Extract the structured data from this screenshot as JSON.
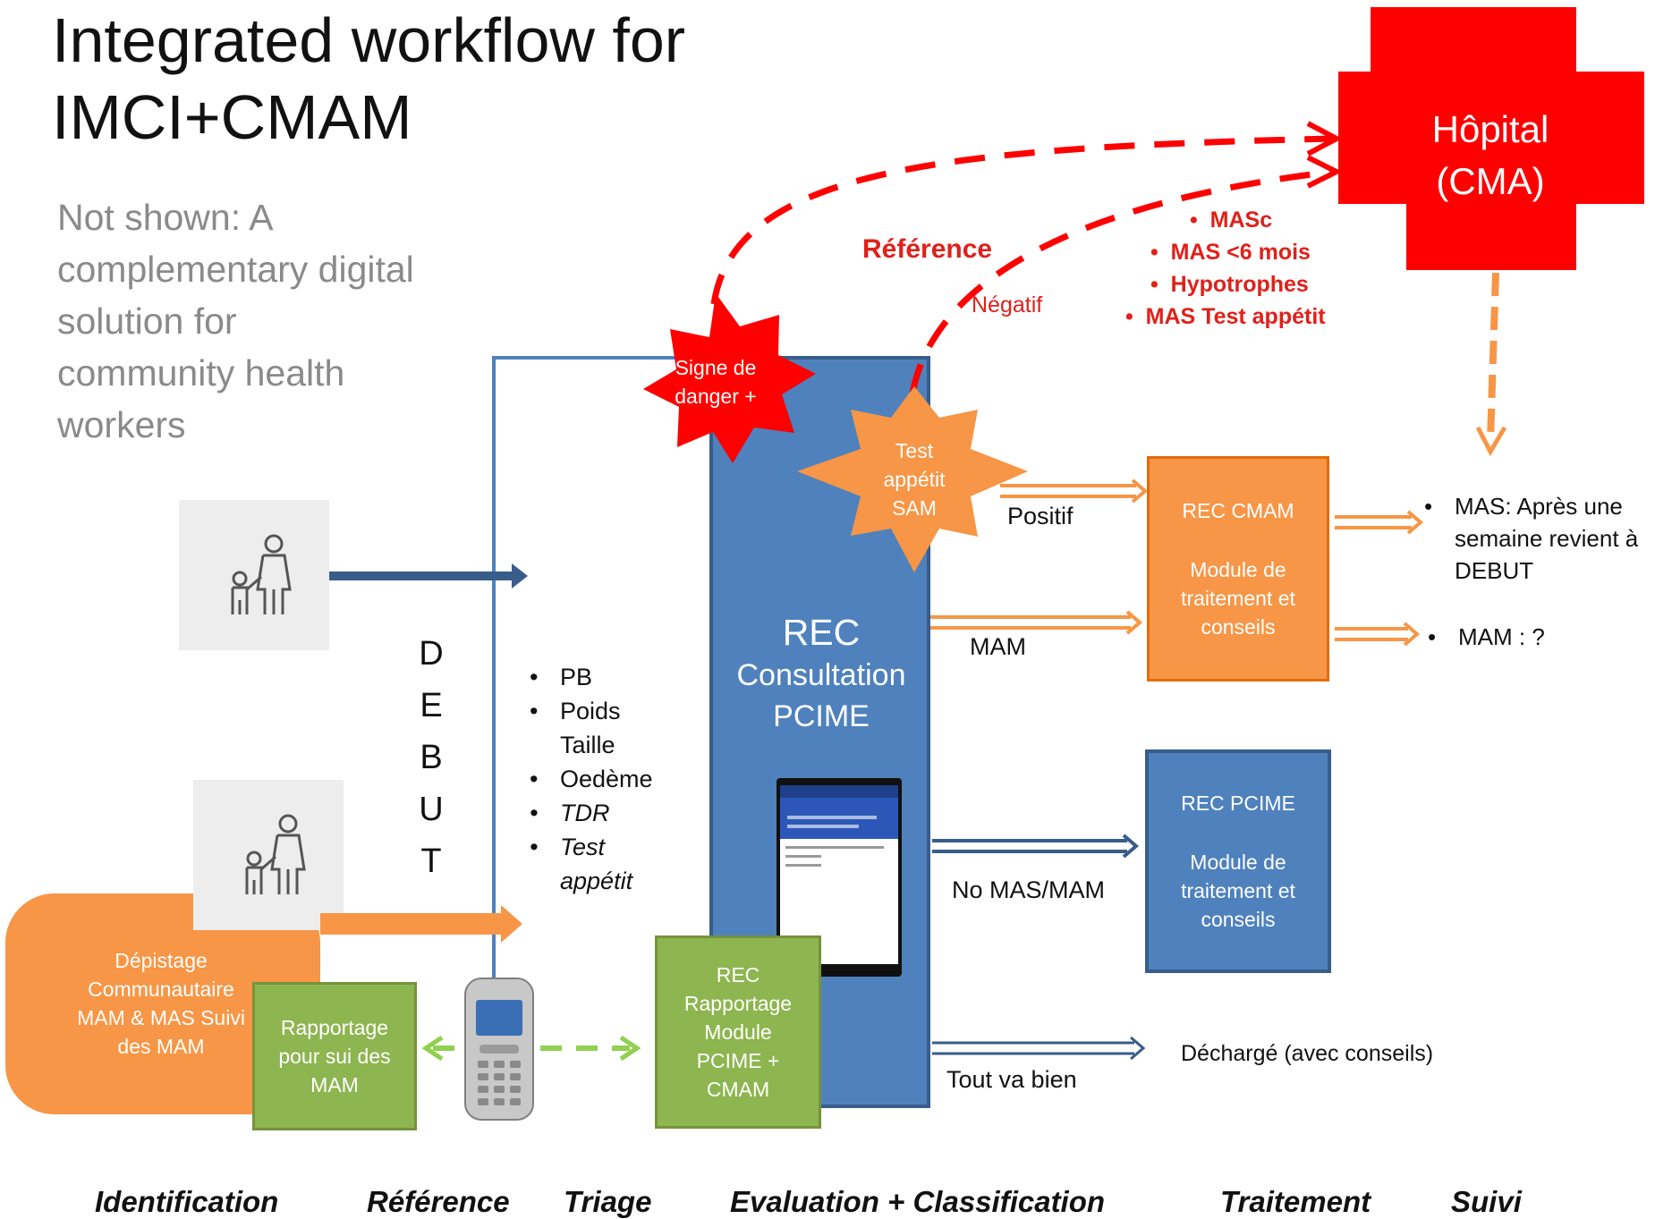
{
  "title_line1": "Integrated workflow for",
  "title_line2": "IMCI+CMAM",
  "subtitle": "Not shown: A complementary digital solution for community health workers",
  "hospital": {
    "line1": "Hôpital",
    "line2": "(CMA)"
  },
  "reference_label": "Référence",
  "negatif_label": "Négatif",
  "referral_reasons": [
    "MASc",
    "MAS <6 mois",
    "Hypotrophes",
    "MAS Test appétit"
  ],
  "signe_danger": {
    "line1": "Signe de",
    "line2": "danger +"
  },
  "test_appetit": {
    "line1": "Test",
    "line2": "appétit",
    "line3": "SAM"
  },
  "debut_letters": [
    "D",
    "E",
    "B",
    "U",
    "T"
  ],
  "triage_items": [
    "PB",
    "Poids Taille",
    "Oedème",
    "TDR",
    "Test appétit"
  ],
  "rec_consultation": {
    "line1": "REC",
    "line2": "Consultation",
    "line3": "PCIME"
  },
  "rec_cmam": {
    "title": "REC CMAM",
    "body": "Module de traitement et conseils"
  },
  "rec_pcime": {
    "title": "REC PCIME",
    "body": "Module de traitement et conseils"
  },
  "outcomes": {
    "positif": "Positif",
    "mam": "MAM",
    "no_mas_mam": "No MAS/MAM",
    "tout_va_bien": "Tout va bien"
  },
  "followup": {
    "mas": "MAS: Après une semaine revient à DEBUT",
    "mam": "MAM :  ?"
  },
  "discharge": "Déchargé (avec conseils)",
  "depistage": "Dépistage Communautaire MAM & MAS Suivi des MAM",
  "rapportage": "Rapportage pour sui des MAM",
  "rec_rapportage": "REC Rapportage Module PCIME + CMAM",
  "stages": [
    "Identification",
    "Référence",
    "Triage",
    "Evaluation + Classification",
    "Traitement",
    "Suivi"
  ],
  "colors": {
    "blue": "#4f81bd",
    "dark_blue": "#385d8a",
    "orange": "#f79646",
    "green": "#8db550",
    "red": "#ff0000",
    "dashed_green": "#92d050"
  }
}
